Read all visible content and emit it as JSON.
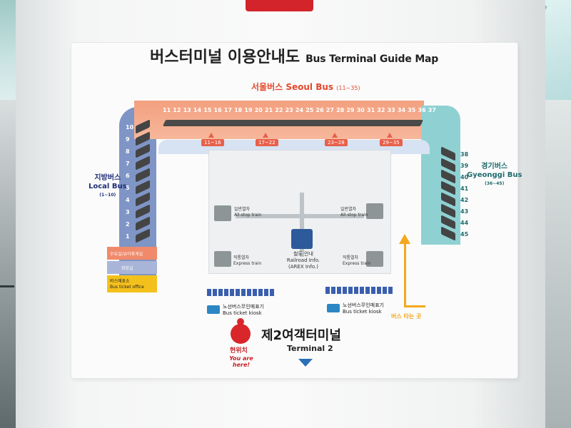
{
  "sign": {
    "title_ko": "버스터미널 이용안내도",
    "title_en": "Bus Terminal Guide Map",
    "seoul_bus": {
      "label_ko": "서울버스",
      "label_en": "Seoul Bus",
      "range": "(11~35)"
    },
    "local_bus": {
      "label_ko": "지방버스",
      "label_en": "Local Bus",
      "range": "(1~10)"
    },
    "gyeonggi_bus": {
      "label_ko": "경기버스",
      "label_en": "Gyeonggi Bus",
      "range": "(36~45)"
    },
    "top_bays": [
      "11",
      "12",
      "13",
      "14",
      "15",
      "16",
      "17",
      "18",
      "19",
      "20",
      "21",
      "22",
      "23",
      "24",
      "25",
      "26",
      "27",
      "28",
      "29",
      "30",
      "31",
      "32",
      "33",
      "34",
      "35",
      "36",
      "37"
    ],
    "left_bays": [
      "10",
      "9",
      "8",
      "7",
      "6",
      "5",
      "4",
      "3",
      "2",
      "1"
    ],
    "right_bays": [
      "38",
      "39",
      "40",
      "41",
      "42",
      "43",
      "44",
      "45"
    ],
    "gate_tags": [
      "11~16",
      "17~22",
      "23~28",
      "29~35"
    ],
    "trains": {
      "top_left": {
        "ko": "일반열차",
        "en": "All-stop train"
      },
      "top_right": {
        "ko": "일반열차",
        "en": "All-stop train"
      },
      "bottom_left": {
        "ko": "직통열차",
        "en": "Express train"
      },
      "bottom_right": {
        "ko": "직통열차",
        "en": "Express train"
      }
    },
    "railroad_info": {
      "ko": "철도 안내",
      "en": "Railroad Info.",
      "sub": "(AREX Info.)"
    },
    "facilities": [
      "수유실/유아휴게실",
      "화장실",
      "버스매표소"
    ],
    "facility_en": "Bus ticket office",
    "kiosk": {
      "ko": "노선버스무인매표기",
      "en": "Bus ticket kiosk"
    },
    "terminal": {
      "ko": "제2여객터미널",
      "en": "Terminal 2"
    },
    "you_are_here": {
      "ko": "현위치",
      "en": "You are here!"
    },
    "arrow_text": "버스 타는 곳"
  },
  "colors": {
    "seoul": "#e2492c",
    "local": "#1f2e78",
    "gyeonggi": "#1e6b6c",
    "here": "#c81e24",
    "arrow": "#f4a81d"
  }
}
